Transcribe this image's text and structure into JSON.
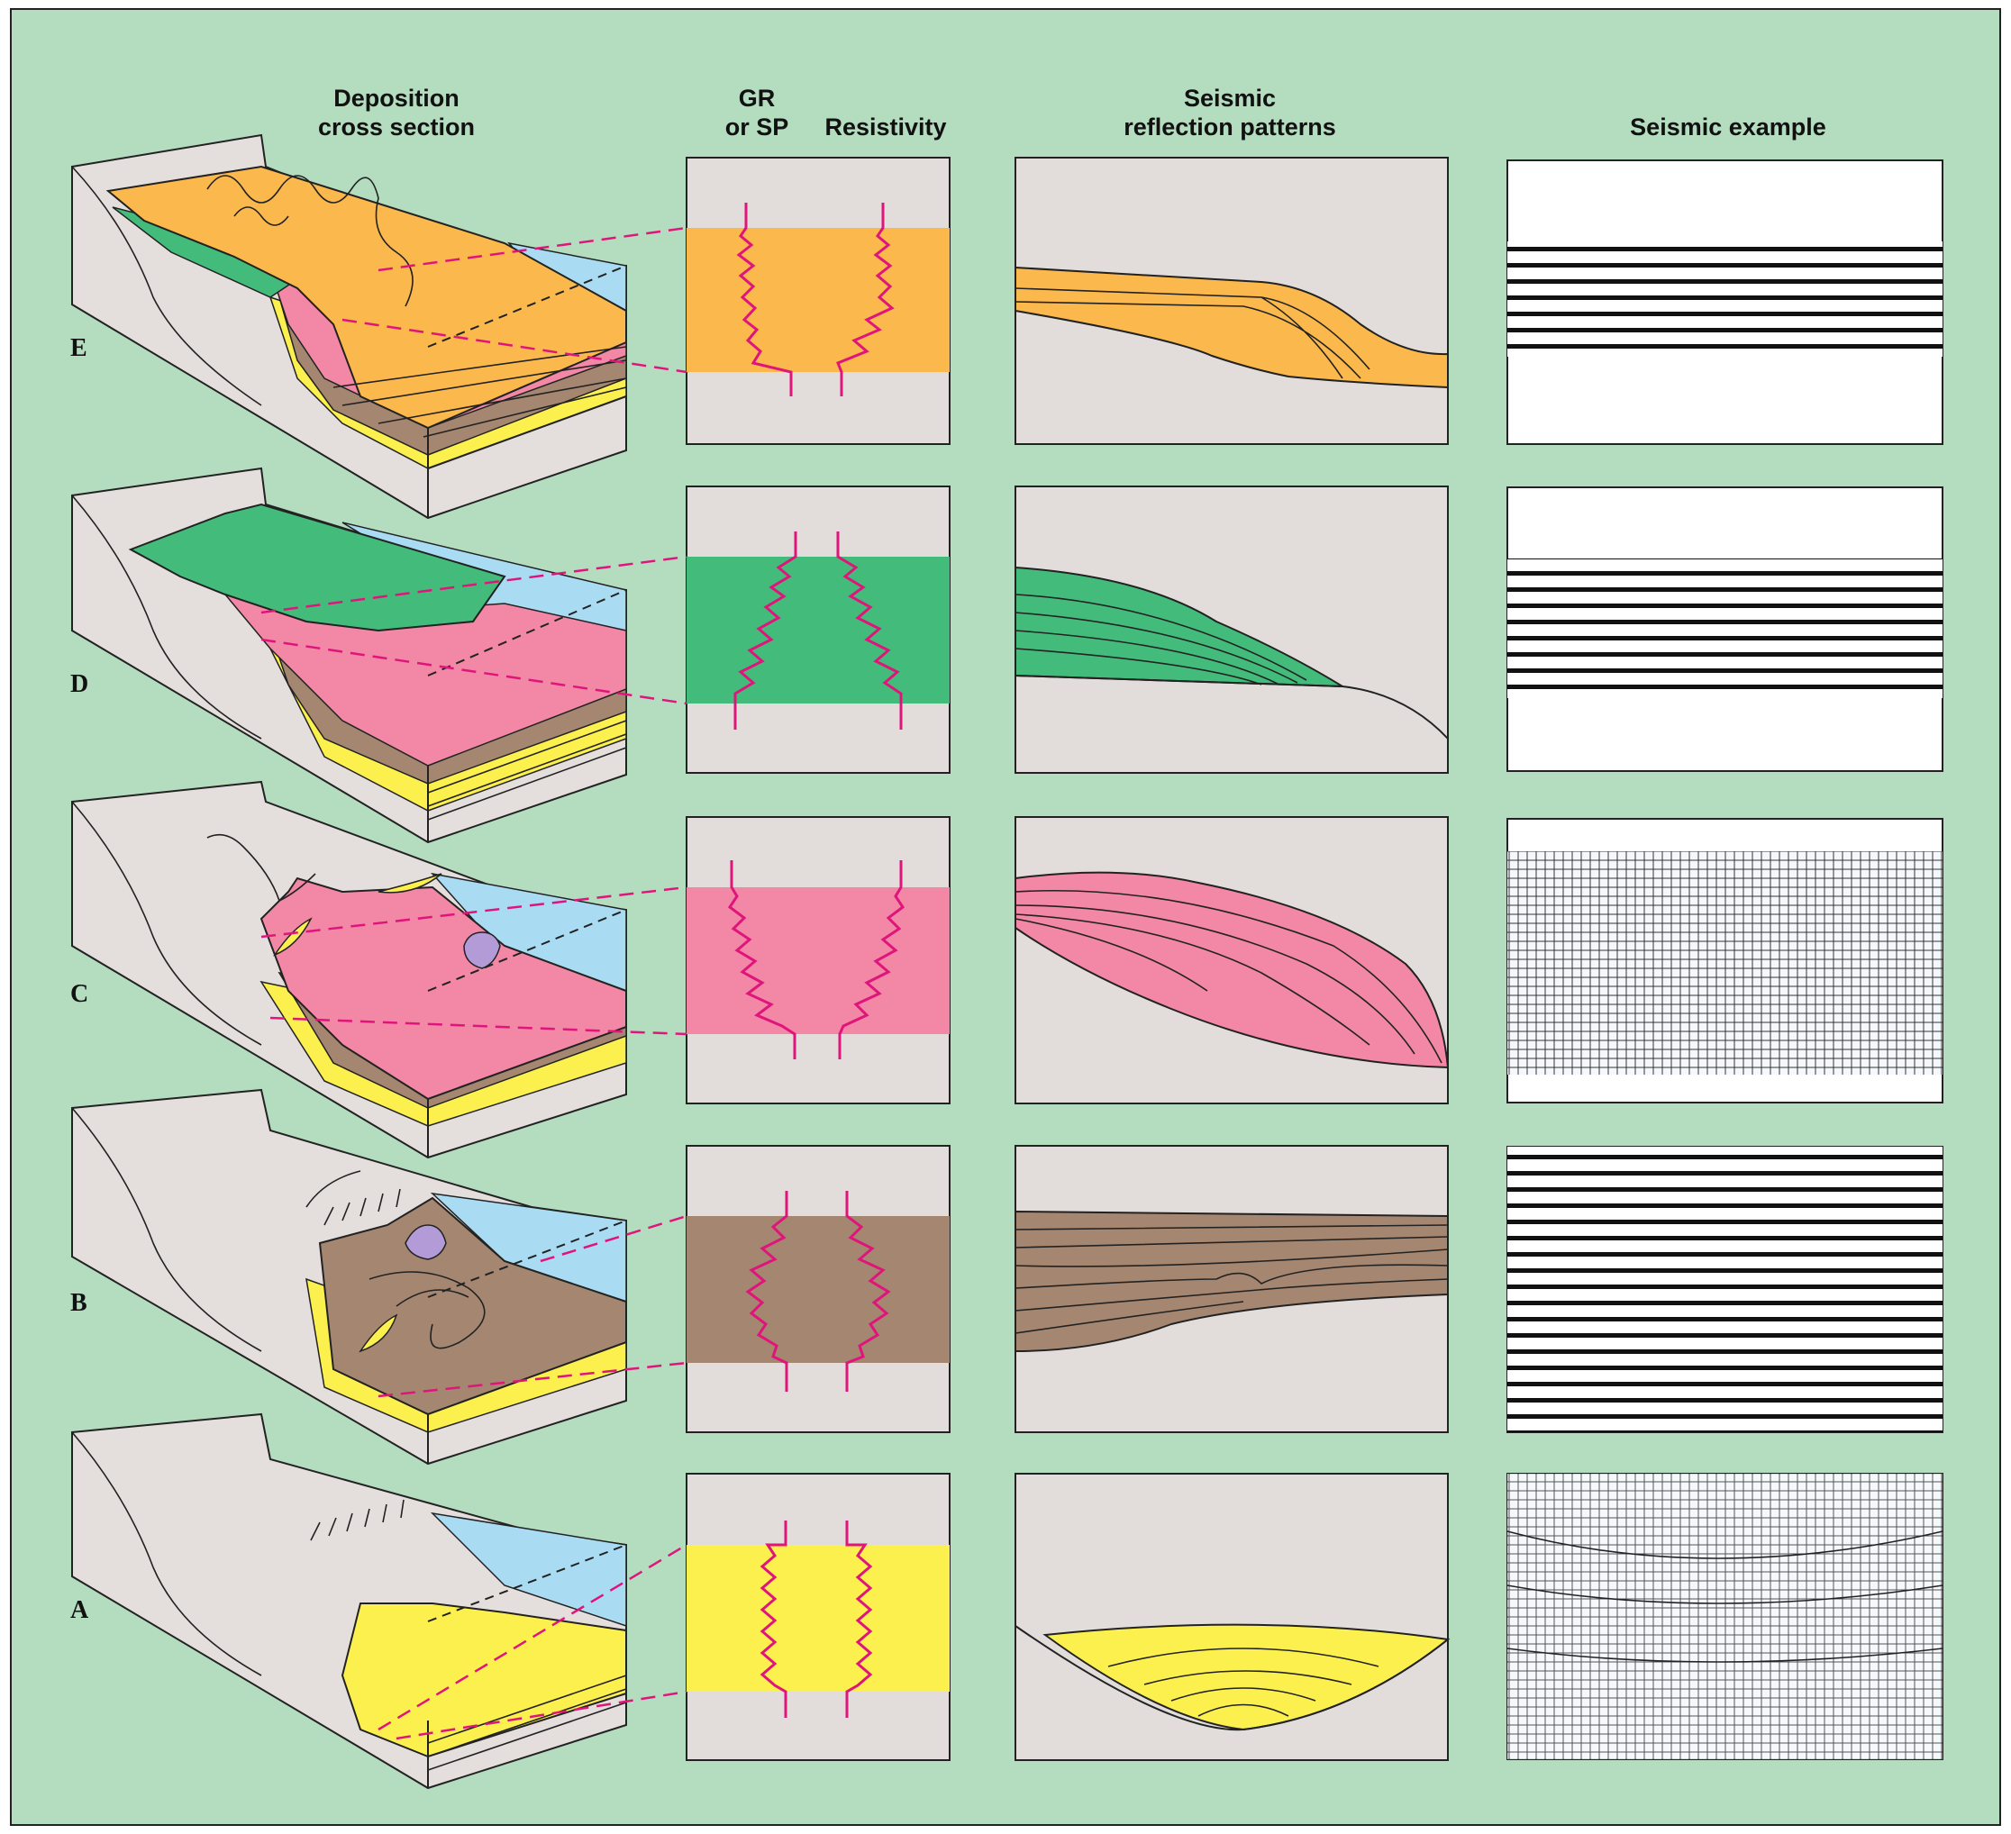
{
  "headers": {
    "deposition_line1": "Deposition",
    "deposition_line2": "cross section",
    "gr_line1": "GR",
    "gr_line2": "or SP",
    "resistivity": "Resistivity",
    "seismic_line1": "Seismic",
    "seismic_line2": "reflection patterns",
    "example": "Seismic example"
  },
  "rows": [
    {
      "label": "E",
      "color": "#fbb84c",
      "log_shape": "funnel",
      "pattern": "prograding-topset"
    },
    {
      "label": "D",
      "color": "#43bb7b",
      "log_shape": "bell",
      "pattern": "prograding-wedge"
    },
    {
      "label": "C",
      "color": "#f287a6",
      "log_shape": "funnel",
      "pattern": "oblique-fan"
    },
    {
      "label": "B",
      "color": "#a58670",
      "log_shape": "bow",
      "pattern": "mounded-channel"
    },
    {
      "label": "A",
      "color": "#fcf04e",
      "log_shape": "blocky",
      "pattern": "basin-fill"
    }
  ],
  "colors": {
    "background": "#b4dcbf",
    "panel": "#e2dddb",
    "log_trace": "#e0157c",
    "water": "#a9dcf3",
    "slope": "#e4dfdc",
    "yellow": "#fcf04e",
    "brown": "#a58670",
    "pink": "#f287a6",
    "green": "#43bb7b",
    "orange": "#fbb84c",
    "purple": "#b29bd6"
  }
}
